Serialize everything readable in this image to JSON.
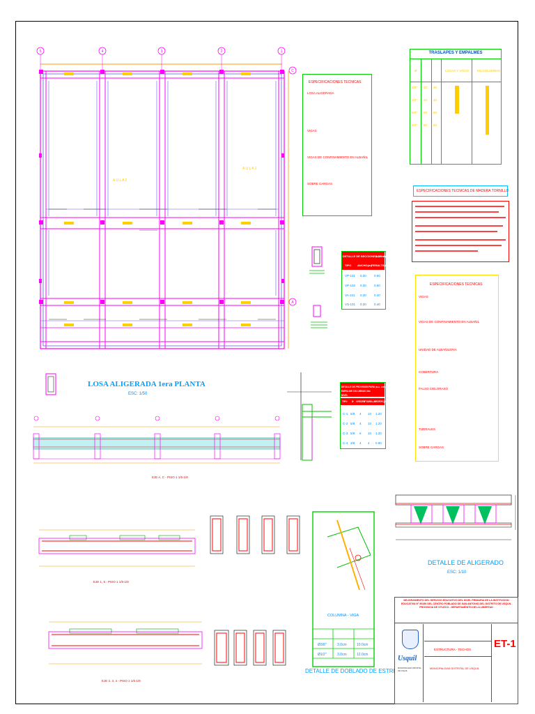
{
  "plan": {
    "axis_numbers": [
      "5",
      "4",
      "3",
      "2",
      "1"
    ],
    "axis_letters": [
      "C",
      "A"
    ],
    "room_labels": [
      "A U L A  2",
      "A U L A  1"
    ],
    "title": "LOSA ALIGERADA 1era PLANTA",
    "scale": "ESC: 1/50"
  },
  "specs_top": {
    "title": "ESPECIFICACIONES TECNICAS",
    "sections": [
      "LOSA ALIGERADA",
      "VIGAS",
      "VIGAS DE CONFINAMIENTO EN ALBAÑIL",
      "SOBRE CARGAS"
    ]
  },
  "traslapes": {
    "title": "TRASLAPES Y EMPALMES",
    "col_headers": [
      "Ø",
      "LOSAS Y VIGAS",
      "EN COLUMNAS"
    ],
    "rows": [
      [
        "3/8\"",
        "30",
        "30"
      ],
      [
        "1/2\"",
        "40",
        "40"
      ],
      [
        "5/8\"",
        "50",
        "50"
      ],
      [
        "3/4\"",
        "60",
        "60"
      ]
    ]
  },
  "madera": {
    "title": "ESPECIFICACIONES TECNICAS DE MADERA TORNILLO"
  },
  "vigas_table": {
    "title": "DETALLE DE SECCIONES DE VIGAS",
    "scale": "(Esc. 1/25)",
    "headers": [
      "TIPO",
      "ANCHO(m)",
      "PERALTE(m)"
    ],
    "rows": [
      [
        "VP-101",
        "0.30",
        "0.60"
      ],
      [
        "VP-102",
        "0.30",
        "0.60"
      ],
      [
        "VA-101",
        "0.30",
        "0.40"
      ],
      [
        "VS-101",
        "0.30",
        "0.40"
      ]
    ]
  },
  "specs_mid": {
    "title": "ESPECIFICACIONES TECNICAS",
    "sections": [
      "VIGAS",
      "VIGAS DE CONFINAMIENTO EN ALBAÑIL",
      "UNIDAD DE ALBAÑILERIA",
      "COBERTURA",
      "FALSO CIELORASO",
      "TIJERALES",
      "SOBRE CARGAS"
    ]
  },
  "prov_table": {
    "title": "DETALLE DE PROVISION PARA EMPALME COLUMNAS 2do NIVEL",
    "scale": "(Esc. 1/25)",
    "headers": [
      "TIPO",
      "Ø",
      "#VECES",
      "N°VARILLA",
      "PROF.EC(m)"
    ],
    "rows": [
      [
        "C-1",
        "5/8",
        "4",
        "10",
        "1.20"
      ],
      [
        "C-2",
        "5/8",
        "4",
        "10",
        "1.20"
      ],
      [
        "C-3",
        "5/8",
        "6",
        "10",
        "1.20"
      ],
      [
        "C-4",
        "3/8",
        "4",
        "4",
        "0.90"
      ]
    ]
  },
  "eje_labels": [
    "EJE A, C - PISO 1 1/5-1/8",
    "EJE 1, 5 - PISO 1 1/5-1/8",
    "EJE 2, 3, 4 - PISO 1 1/5-1/8"
  ],
  "aligerado": {
    "title": "DETALLE DE ALIGERADO",
    "scale": "ESC: 1/10"
  },
  "doblado": {
    "title": "DETALLE DE DOBLADO DE ESTRIBOS",
    "caption": "COLUMNA - VIGA",
    "rows": [
      [
        "Ø3/8\"",
        "3.0cm",
        "10.0cm"
      ],
      [
        "Ø1/2\"",
        "3.0cm",
        "12.0cm"
      ]
    ]
  },
  "title_block": {
    "project": "MEJORAMIENTO DEL SERVICIO EDUCATIVO DEL NIVEL PRIMARIA DE LA INSTITUCION EDUCATIVA N° 80280 DEL CENTRO POBLADO DE SAN ANTONIO DEL DISTRITO DE USQUIL PROVINCIA DE OTUZCO - DEPARTAMENTO DE LA LIBERTAD",
    "sheet_name": "ESTRUCTURA - TECHOS",
    "sheet_code": "ET-1",
    "logo_text": "Usquil",
    "logo_sub": "MUNICIPALIDAD DISTRITAL DE USQUIL",
    "footer": "MUNICIPALIDAD DISTRITAL DE USQUIL"
  }
}
